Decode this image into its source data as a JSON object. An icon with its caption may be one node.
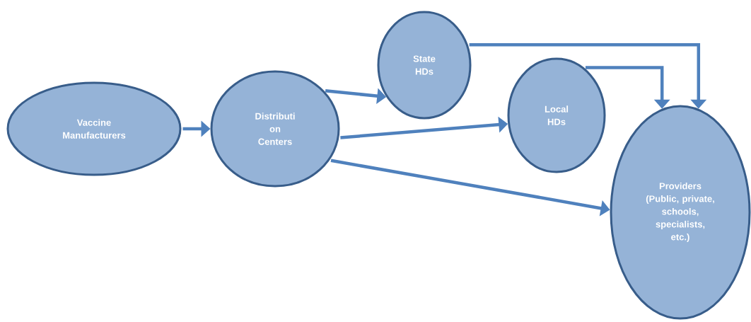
{
  "diagram": {
    "nodes": [
      {
        "text": [
          "Vaccine Manufacturers"
        ]
      },
      {
        "text": [
          "Distributi on Centers"
        ]
      },
      {
        "text": [
          "State HDs"
        ]
      },
      {
        "text": [
          "Local HDs"
        ]
      },
      {
        "text": [
          "Providers (Public, private, schools, specialists, etc.)"
        ]
      }
    ],
    "edges": [
      {
        "from": 0,
        "to": 1,
        "arrow": "to"
      },
      {
        "from": 1,
        "to": 2,
        "arrow": "to"
      },
      {
        "from": 1,
        "to": 3,
        "arrow": "to"
      },
      {
        "from": 1,
        "to": 4,
        "arrow": "to"
      },
      {
        "from": 2,
        "to": 4,
        "arrow": "to"
      },
      {
        "from": 3,
        "to": 4,
        "arrow": "to"
      }
    ]
  }
}
